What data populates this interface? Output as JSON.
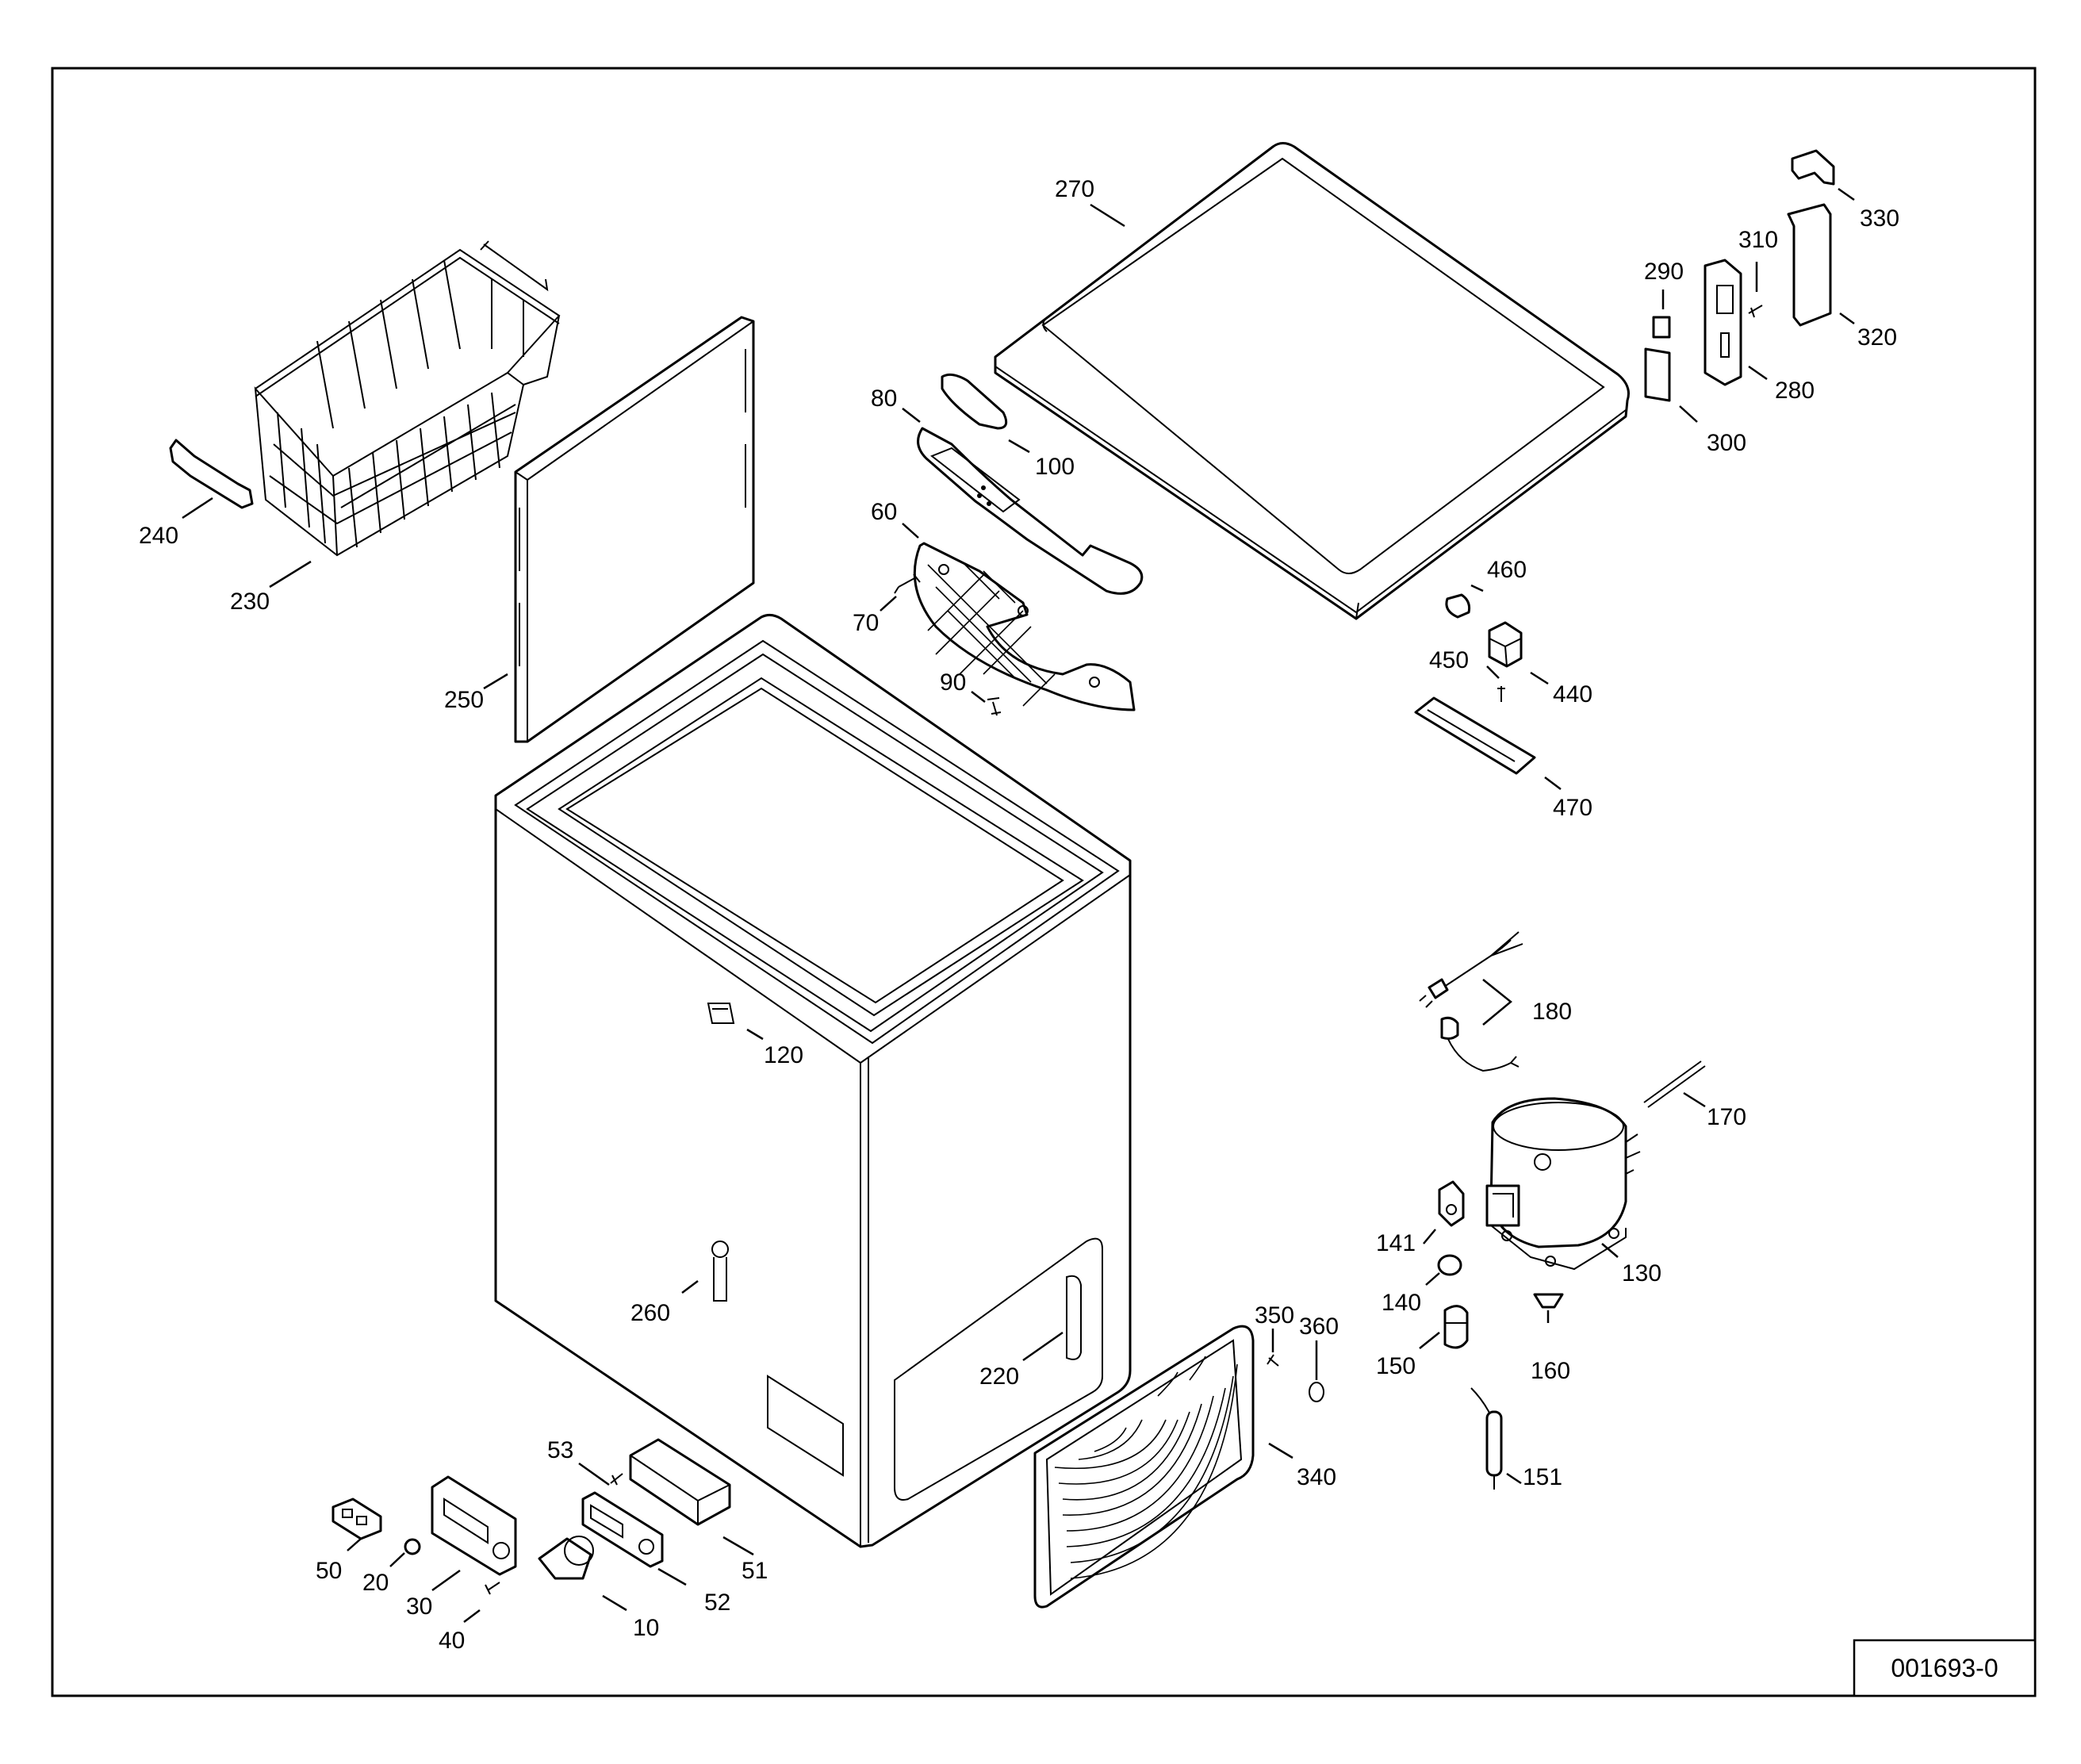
{
  "drawing_ref": "001693-0",
  "labels": {
    "p10": "10",
    "p20": "20",
    "p30": "30",
    "p40": "40",
    "p50": "50",
    "p51": "51",
    "p52": "52",
    "p53": "53",
    "p60": "60",
    "p70": "70",
    "p80": "80",
    "p90": "90",
    "p100": "100",
    "p120": "120",
    "p130": "130",
    "p140": "140",
    "p141": "141",
    "p150": "150",
    "p151": "151",
    "p160": "160",
    "p170": "170",
    "p180": "180",
    "p220": "220",
    "p230": "230",
    "p240": "240",
    "p250": "250",
    "p260": "260",
    "p270": "270",
    "p280": "280",
    "p290": "290",
    "p300": "300",
    "p310": "310",
    "p320": "320",
    "p330": "330",
    "p340": "340",
    "p350": "350",
    "p360": "360",
    "p440": "440",
    "p450": "450",
    "p460": "460",
    "p470": "470"
  }
}
